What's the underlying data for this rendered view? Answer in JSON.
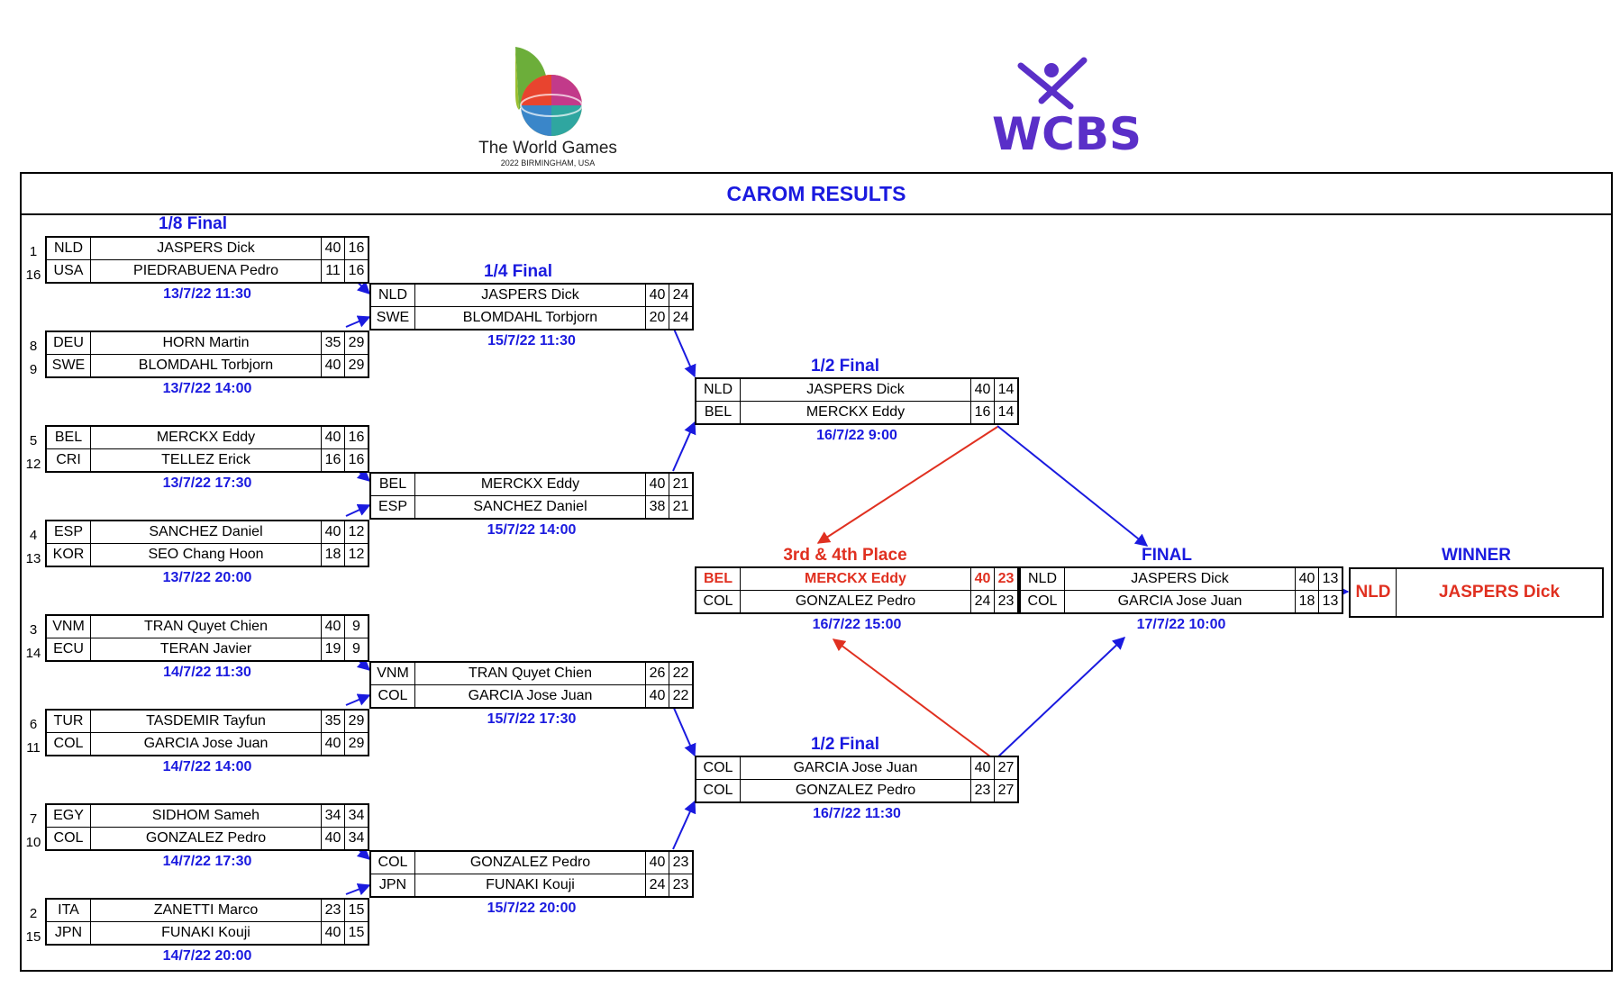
{
  "header": {
    "logo_left": {
      "name": "The World Games",
      "sub": "2022 BIRMINGHAM, USA"
    },
    "logo_right": {
      "name": "WCBS"
    }
  },
  "title": "CAROM RESULTS",
  "colors": {
    "accent_blue": "#1a1adf",
    "loser_red": "#e03020",
    "logo_purple": "#5a2fc8"
  },
  "rounds": {
    "r16": "1/8 Final",
    "qf": "1/4 Final",
    "sf1": "1/2 Final",
    "sf2": "1/2 Final",
    "third": "3rd & 4th Place",
    "final": "FINAL",
    "winner": "WINNER"
  },
  "matches": [
    {
      "id": "r16_1",
      "seeds": [
        "1",
        "16"
      ],
      "time": "13/7/22 11:30",
      "rows": [
        {
          "code": "NLD",
          "name": "JASPERS Dick",
          "s1": "40",
          "s2": "16"
        },
        {
          "code": "USA",
          "name": "PIEDRABUENA Pedro",
          "s1": "11",
          "s2": "16"
        }
      ]
    },
    {
      "id": "r16_2",
      "seeds": [
        "8",
        "9"
      ],
      "time": "13/7/22 14:00",
      "rows": [
        {
          "code": "DEU",
          "name": "HORN Martin",
          "s1": "35",
          "s2": "29"
        },
        {
          "code": "SWE",
          "name": "BLOMDAHL Torbjorn",
          "s1": "40",
          "s2": "29"
        }
      ]
    },
    {
      "id": "r16_3",
      "seeds": [
        "5",
        "12"
      ],
      "time": "13/7/22 17:30",
      "rows": [
        {
          "code": "BEL",
          "name": "MERCKX Eddy",
          "s1": "40",
          "s2": "16"
        },
        {
          "code": "CRI",
          "name": "TELLEZ Erick",
          "s1": "16",
          "s2": "16"
        }
      ]
    },
    {
      "id": "r16_4",
      "seeds": [
        "4",
        "13"
      ],
      "time": "13/7/22 20:00",
      "rows": [
        {
          "code": "ESP",
          "name": "SANCHEZ Daniel",
          "s1": "40",
          "s2": "12"
        },
        {
          "code": "KOR",
          "name": "SEO Chang Hoon",
          "s1": "18",
          "s2": "12"
        }
      ]
    },
    {
      "id": "r16_5",
      "seeds": [
        "3",
        "14"
      ],
      "time": "14/7/22 11:30",
      "rows": [
        {
          "code": "VNM",
          "name": "TRAN Quyet Chien",
          "s1": "40",
          "s2": "9"
        },
        {
          "code": "ECU",
          "name": "TERAN Javier",
          "s1": "19",
          "s2": "9"
        }
      ]
    },
    {
      "id": "r16_6",
      "seeds": [
        "6",
        "11"
      ],
      "time": "14/7/22 14:00",
      "rows": [
        {
          "code": "TUR",
          "name": "TASDEMIR Tayfun",
          "s1": "35",
          "s2": "29"
        },
        {
          "code": "COL",
          "name": "GARCIA Jose Juan",
          "s1": "40",
          "s2": "29"
        }
      ]
    },
    {
      "id": "r16_7",
      "seeds": [
        "7",
        "10"
      ],
      "time": "14/7/22 17:30",
      "rows": [
        {
          "code": "EGY",
          "name": "SIDHOM Sameh",
          "s1": "34",
          "s2": "34"
        },
        {
          "code": "COL",
          "name": "GONZALEZ Pedro",
          "s1": "40",
          "s2": "34"
        }
      ]
    },
    {
      "id": "r16_8",
      "seeds": [
        "2",
        "15"
      ],
      "time": "14/7/22 20:00",
      "rows": [
        {
          "code": "ITA",
          "name": "ZANETTI Marco",
          "s1": "23",
          "s2": "15"
        },
        {
          "code": "JPN",
          "name": "FUNAKI Kouji",
          "s1": "40",
          "s2": "15"
        }
      ]
    },
    {
      "id": "qf_1",
      "time": "15/7/22 11:30",
      "rows": [
        {
          "code": "NLD",
          "name": "JASPERS Dick",
          "s1": "40",
          "s2": "24"
        },
        {
          "code": "SWE",
          "name": "BLOMDAHL Torbjorn",
          "s1": "20",
          "s2": "24"
        }
      ]
    },
    {
      "id": "qf_2",
      "time": "15/7/22 14:00",
      "rows": [
        {
          "code": "BEL",
          "name": "MERCKX Eddy",
          "s1": "40",
          "s2": "21"
        },
        {
          "code": "ESP",
          "name": "SANCHEZ Daniel",
          "s1": "38",
          "s2": "21"
        }
      ]
    },
    {
      "id": "qf_3",
      "time": "15/7/22 17:30",
      "rows": [
        {
          "code": "VNM",
          "name": "TRAN Quyet Chien",
          "s1": "26",
          "s2": "22"
        },
        {
          "code": "COL",
          "name": "GARCIA Jose Juan",
          "s1": "40",
          "s2": "22"
        }
      ]
    },
    {
      "id": "qf_4",
      "time": "15/7/22 20:00",
      "rows": [
        {
          "code": "COL",
          "name": "GONZALEZ Pedro",
          "s1": "40",
          "s2": "23"
        },
        {
          "code": "JPN",
          "name": "FUNAKI Kouji",
          "s1": "24",
          "s2": "23"
        }
      ]
    },
    {
      "id": "sf_1",
      "time": "16/7/22 9:00",
      "rows": [
        {
          "code": "NLD",
          "name": "JASPERS Dick",
          "s1": "40",
          "s2": "14"
        },
        {
          "code": "BEL",
          "name": "MERCKX Eddy",
          "s1": "16",
          "s2": "14"
        }
      ]
    },
    {
      "id": "sf_2",
      "time": "16/7/22 11:30",
      "rows": [
        {
          "code": "COL",
          "name": "GARCIA Jose Juan",
          "s1": "40",
          "s2": "27"
        },
        {
          "code": "COL",
          "name": "GONZALEZ Pedro",
          "s1": "23",
          "s2": "27"
        }
      ]
    },
    {
      "id": "third",
      "time": "16/7/22 15:00",
      "rows": [
        {
          "code": "BEL",
          "name": "MERCKX Eddy",
          "s1": "40",
          "s2": "23",
          "highlight": true
        },
        {
          "code": "COL",
          "name": "GONZALEZ Pedro",
          "s1": "24",
          "s2": "23"
        }
      ]
    },
    {
      "id": "final",
      "time": "17/7/22 10:00",
      "rows": [
        {
          "code": "NLD",
          "name": "JASPERS Dick",
          "s1": "40",
          "s2": "13"
        },
        {
          "code": "COL",
          "name": "GARCIA Jose Juan",
          "s1": "18",
          "s2": "13"
        }
      ]
    }
  ],
  "winner": {
    "code": "NLD",
    "name": "JASPERS Dick"
  }
}
